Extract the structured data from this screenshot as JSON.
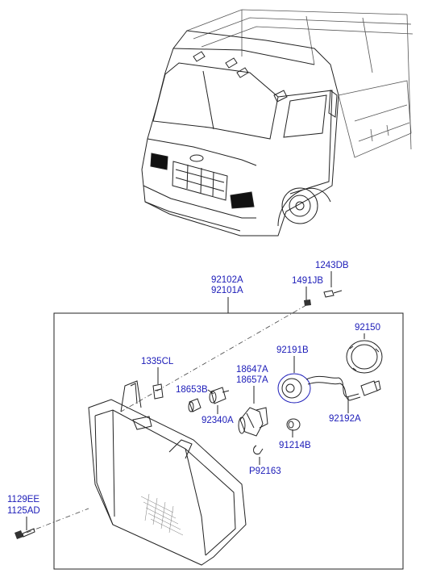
{
  "labels": {
    "p92102A": "92102A",
    "p92101A": "92101A",
    "p1243DB": "1243DB",
    "p1491JB": "1491JB",
    "p92150": "92150",
    "p92191B": "92191B",
    "p1335CL": "1335CL",
    "p18647A": "18647A",
    "p18657A": "18657A",
    "p18653B": "18653B",
    "p92340A": "92340A",
    "p91214B": "91214B",
    "p92192A": "92192A",
    "pP92163": "P92163",
    "p1129EE": "1129EE",
    "p1125AD": "1125AD"
  }
}
